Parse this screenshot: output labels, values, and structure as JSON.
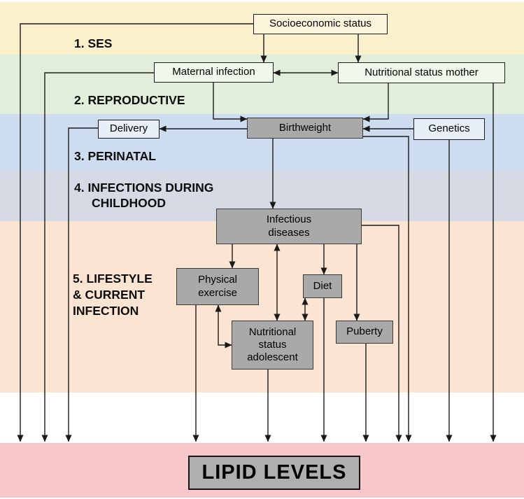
{
  "diagram": {
    "title_hint": "Conceptual framework of determinants of lipid levels",
    "sections": [
      {
        "id": "ses",
        "lines": [
          "1. SES"
        ]
      },
      {
        "id": "reproductive",
        "lines": [
          "2. REPRODUCTIVE"
        ]
      },
      {
        "id": "perinatal",
        "lines": [
          "3. PERINATAL"
        ]
      },
      {
        "id": "infections-childhood",
        "lines": [
          "4. INFECTIONS DURING",
          "CHILDHOOD"
        ]
      },
      {
        "id": "lifestyle",
        "lines": [
          "5. LIFESTYLE",
          "& CURRENT",
          "INFECTION"
        ]
      }
    ],
    "boxes": {
      "socioeconomic": {
        "label": "Socioeconomic status"
      },
      "maternal": {
        "label": "Maternal infection"
      },
      "nutr_mother": {
        "label": "Nutritional status mother"
      },
      "delivery": {
        "label": "Delivery"
      },
      "birthweight": {
        "label": "Birthweight"
      },
      "genetics": {
        "label": "Genetics"
      },
      "infectious": {
        "label": "Infectious\ndiseases"
      },
      "physical": {
        "label": "Physical\nexercise"
      },
      "diet": {
        "label": "Diet"
      },
      "adolescent": {
        "label": "Nutritional\nstatus\nadolescent"
      },
      "puberty": {
        "label": "Puberty"
      },
      "lipid": {
        "label": "LIPID LEVELS"
      }
    },
    "colors": {
      "band_ses": "#FAF0CC",
      "band_reproductive": "#E2EEDA",
      "band_perinatal": "#CEDCEF",
      "band_infections": "#D5DAE4",
      "band_lifestyle": "#FBE5D2",
      "band_lipid": "#F9C7C9",
      "gray_box_fill": "#A9A9A9",
      "lipid_box_fill": "#AFAFAF",
      "socio_box_fill": "#FDF6DC",
      "repro_box_fill": "#F0F8EB",
      "perinatal_box_fill": "#E9EFF9",
      "arrow_color": "#1a1a1a"
    }
  }
}
